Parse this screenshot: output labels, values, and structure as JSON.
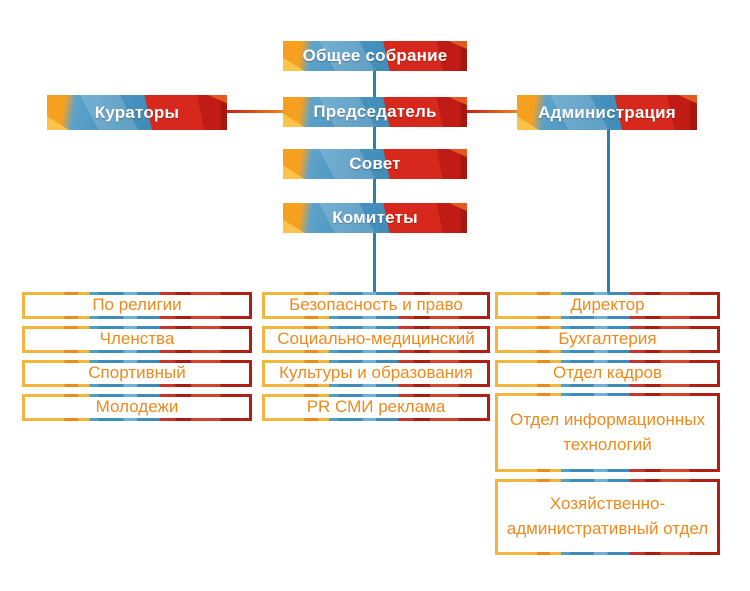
{
  "colors": {
    "text_orange": "#ee8a1d",
    "border_gold": "#f2b63c",
    "banner_blue": "#4590bc",
    "banner_light_blue": "#6fb0d4",
    "banner_red": "#d6281c",
    "banner_dark_red": "#a81c12",
    "banner_orange": "#f6a01f",
    "connector_blue": "#2e7fae",
    "connector_red_orange": "#c62015"
  },
  "chart": {
    "type": "org-chart",
    "nodes": {
      "general_assembly": "Общее собрание",
      "chairman": "Председатель",
      "council": "Совет",
      "committees": "Комитеты",
      "curators": "Кураторы",
      "administration": "Администрация"
    },
    "edges": [
      {
        "from": "general_assembly",
        "to": "chairman"
      },
      {
        "from": "chairman",
        "to": "curators"
      },
      {
        "from": "chairman",
        "to": "administration"
      },
      {
        "from": "chairman",
        "to": "council"
      },
      {
        "from": "council",
        "to": "committees"
      },
      {
        "from": "committees",
        "to": "Безопасность и право"
      },
      {
        "from": "administration",
        "to": "Директор"
      }
    ],
    "columns": {
      "left": [
        "По религии",
        "Членства",
        "Спортивный",
        "Молодежи"
      ],
      "middle": [
        "Безопасность и право",
        "Социально-медицинский",
        "Культуры и образования",
        "PR СМИ реклама"
      ],
      "right": [
        "Директор",
        "Бухгалтерия",
        "Отдел кадров",
        "Отдел информационных технологий",
        "Хозяйственно-административный отдел"
      ]
    }
  }
}
